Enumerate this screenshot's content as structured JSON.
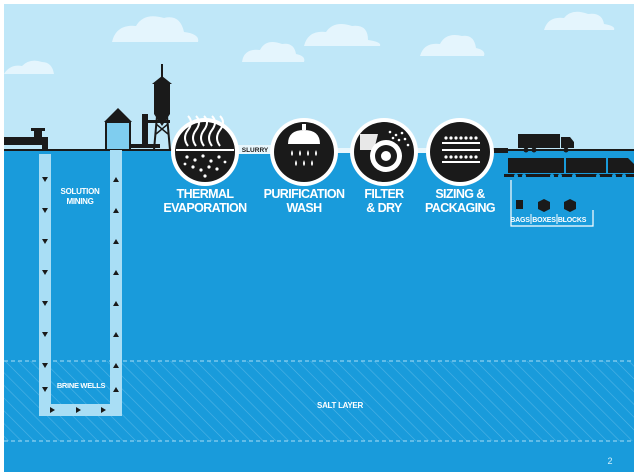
{
  "colors": {
    "sky": "#bfe7f8",
    "water": "#199bdb",
    "pipe": "#a9def5",
    "ink": "#1a1a1a",
    "white": "#ffffff"
  },
  "labels": {
    "slurry": "SLURRY",
    "solution_mining": [
      "SOLUTION",
      "MINING"
    ],
    "brine_wells": "BRINE WELLS",
    "salt_layer": "SALT LAYER",
    "page_number": "2"
  },
  "steps": [
    {
      "lines": [
        "THERMAL",
        "EVAPORATION"
      ],
      "icon": "evaporation-icon"
    },
    {
      "lines": [
        "PURIFICATION",
        "WASH"
      ],
      "icon": "shower-icon"
    },
    {
      "lines": [
        "FILTER",
        "& DRY"
      ],
      "icon": "filter-drum-icon"
    },
    {
      "lines": [
        "SIZING &",
        "PACKAGING"
      ],
      "icon": "conveyor-icon"
    }
  ],
  "packaging": [
    "BAGS",
    "BOXES",
    "BLOCKS"
  ]
}
